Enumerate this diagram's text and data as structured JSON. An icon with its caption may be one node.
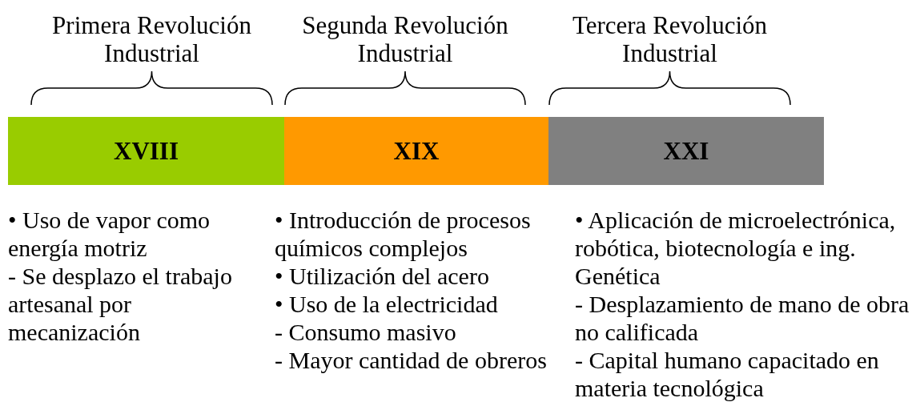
{
  "diagram": {
    "nodes": [
      {
        "text": [
          "XVIII"
        ],
        "beside": [
          "• Uso de vapor como energía motriz",
          "- Se desplazo el trabajo artesanal por mecanización"
        ]
      },
      {
        "text": [
          "XIX"
        ],
        "beside": [
          "• Introducción de procesos químicos complejos",
          "• Utilización del acero",
          "• Uso de la electricidad",
          "- Consumo masivo",
          "- Mayor cantidad de obreros"
        ]
      },
      {
        "text": [
          "XXI"
        ],
        "beside": [
          "• Aplicación de microelectrónica, robótica, biotecnología e ing. Genética",
          "- Desplazamiento de mano de obra no calificada",
          "- Capital humano capacitado en materia tecnológica"
        ]
      }
    ],
    "edges": [],
    "labels": [
      "Primera Revolución Industrial",
      "Segunda Revolución Industrial",
      "Tercera Revolución Industrial"
    ]
  }
}
